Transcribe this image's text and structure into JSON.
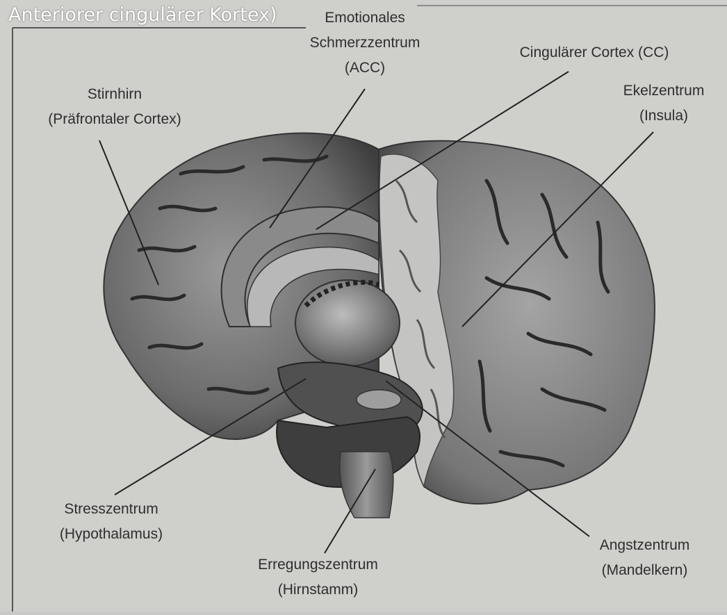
{
  "overlay_title": "Anteriorer cingulärer Kortex)",
  "colors": {
    "page": "#d2d2cf",
    "frame": "#555555",
    "brain_dark": "#3a3a3a",
    "brain_mid": "#7a7a7a",
    "brain_light": "#c8c8c8",
    "leader_line": "#222222"
  },
  "labels": {
    "acc": {
      "line1": "Emotionales",
      "line2": "Schmerzzentrum",
      "line3": "(ACC)"
    },
    "cc": {
      "line1": "Cingulärer Cortex (CC)"
    },
    "prefrontal": {
      "line1": "Stirnhirn",
      "line2": "(Präfrontaler Cortex)"
    },
    "insula": {
      "line1": "Ekelzentrum",
      "line2": "(Insula)"
    },
    "hypothalamus": {
      "line1": "Stresszentrum",
      "line2": "(Hypothalamus)"
    },
    "brainstem": {
      "line1": "Erregungszentrum",
      "line2": "(Hirnstamm)"
    },
    "amygdala": {
      "line1": "Angstzentrum",
      "line2": "(Mandelkern)"
    }
  }
}
